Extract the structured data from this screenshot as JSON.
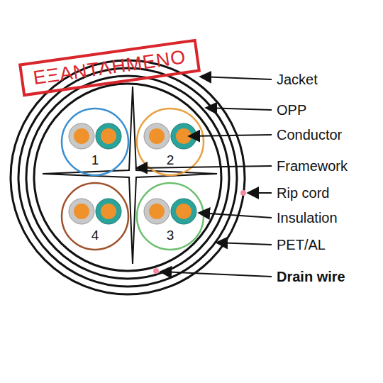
{
  "diagram": {
    "labels": [
      "ΕΞΑΝΤΛΗΜΕΝΟ",
      "Jacket",
      "OPP",
      "Conductor",
      "Framework",
      "Rip cord",
      "Insulation",
      "PET/AL",
      "Drain wire",
      "1",
      "2",
      "3",
      "4"
    ]
  }
}
